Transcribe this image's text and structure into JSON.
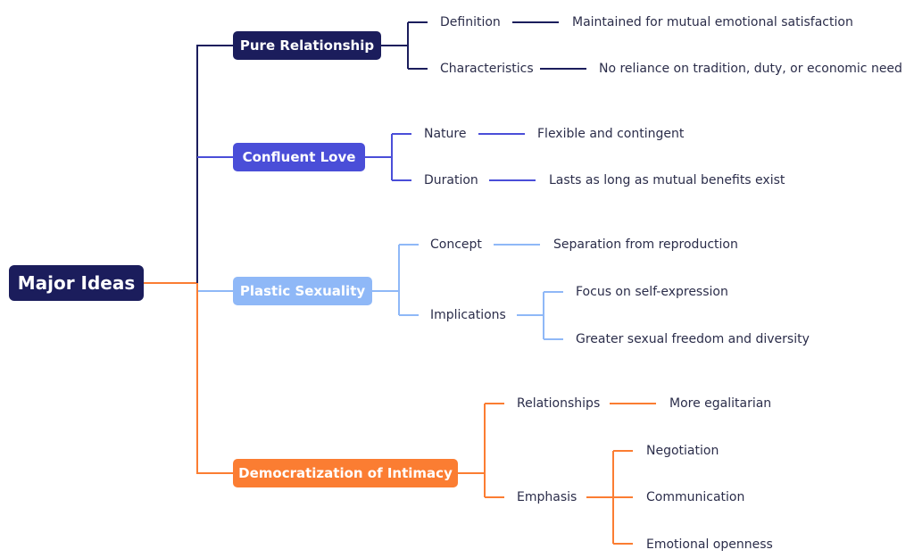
{
  "colors": {
    "navy": "#1b1d5c",
    "indigo": "#4a4ed8",
    "light_blue": "#8fb8f7",
    "orange": "#fb7d32",
    "text": "#2b2d4a"
  },
  "root": {
    "label": "Major Ideas"
  },
  "branches": [
    {
      "label": "Pure Relationship",
      "children": [
        {
          "label": "Definition",
          "leaves": [
            "Maintained for mutual emotional satisfaction"
          ]
        },
        {
          "label": "Characteristics",
          "leaves": [
            "No reliance on tradition, duty, or economic need"
          ]
        }
      ]
    },
    {
      "label": "Confluent Love",
      "children": [
        {
          "label": "Nature",
          "leaves": [
            "Flexible and contingent"
          ]
        },
        {
          "label": "Duration",
          "leaves": [
            "Lasts as long as mutual benefits exist"
          ]
        }
      ]
    },
    {
      "label": "Plastic Sexuality",
      "children": [
        {
          "label": "Concept",
          "leaves": [
            "Separation from reproduction"
          ]
        },
        {
          "label": "Implications",
          "leaves": [
            "Focus on self-expression",
            "Greater sexual freedom and diversity"
          ]
        }
      ]
    },
    {
      "label": "Democratization of Intimacy",
      "children": [
        {
          "label": "Relationships",
          "leaves": [
            "More egalitarian"
          ]
        },
        {
          "label": "Emphasis",
          "leaves": [
            "Negotiation",
            "Communication",
            "Emotional openness"
          ]
        }
      ]
    }
  ]
}
